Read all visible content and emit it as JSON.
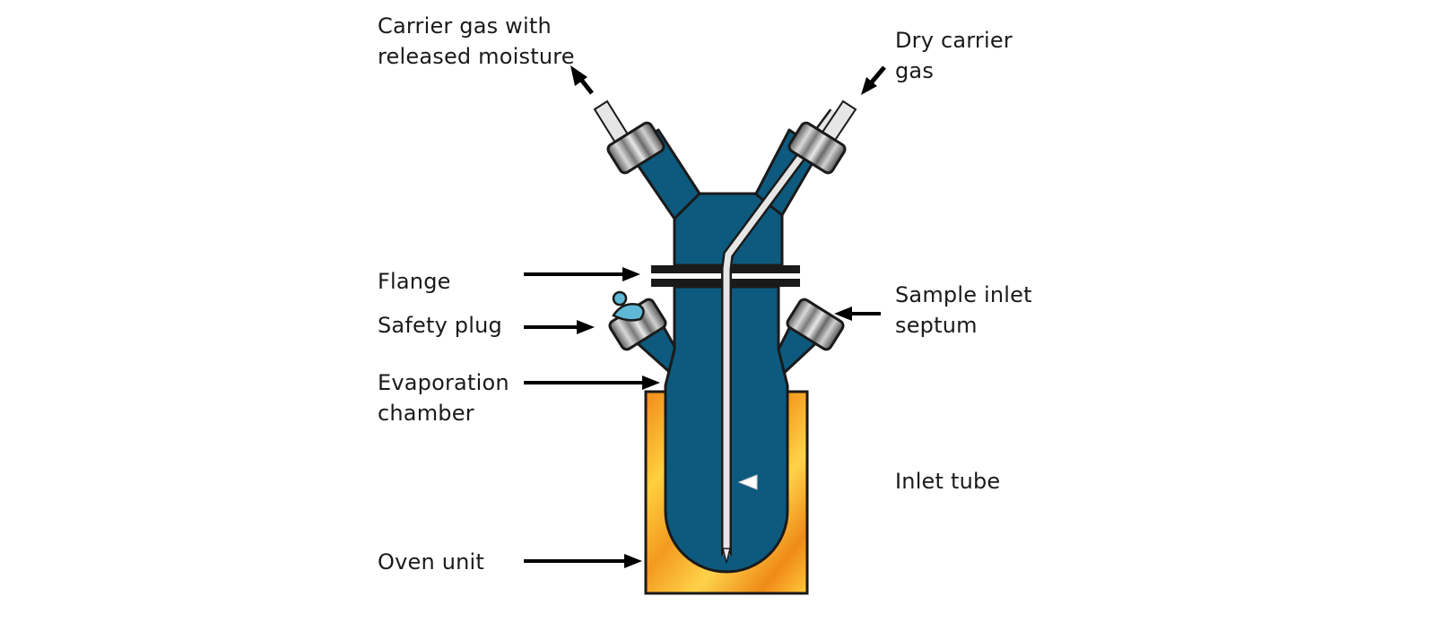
{
  "labels": {
    "carrier_out_line1": "Carrier gas with",
    "carrier_out_line2": "released moisture",
    "dry_in_line1": "Dry carrier",
    "dry_in_line2": "gas",
    "flange": "Flange",
    "safety_plug": "Safety plug",
    "evaporation_line1": "Evaporation",
    "evaporation_line2": "chamber",
    "sample_inlet_line1": "Sample inlet",
    "sample_inlet_line2": "septum",
    "inlet_tube": "Inlet tube",
    "oven_unit": "Oven unit"
  },
  "colors": {
    "vessel": "#0d5a7e",
    "outline": "#1a1a1a",
    "oven": "#f5a623",
    "oven_highlight": "#ffd54a",
    "tube": "#e6e6e6",
    "safety_plug": "#5fb8d6"
  }
}
